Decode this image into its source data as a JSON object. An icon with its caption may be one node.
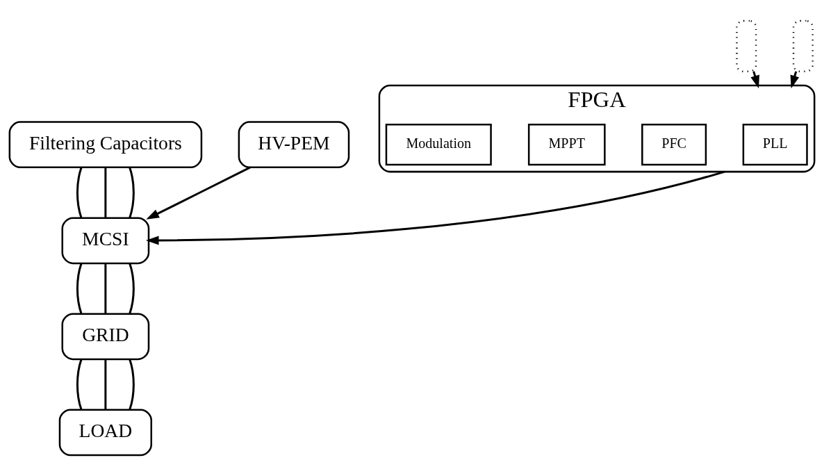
{
  "diagram": {
    "nodes": [
      {
        "text": [
          "GRID"
        ]
      },
      {
        "text": [
          "LOAD"
        ]
      },
      {
        "text": [
          "Filtering Capacitors"
        ]
      },
      {
        "text": [
          "HV-PEM"
        ]
      },
      {
        "text": [
          "MCSI"
        ]
      },
      {
        "text": [
          "FPGA"
        ]
      },
      {
        "text": [
          "PLL"
        ],
        "in": 5
      },
      {
        "text": [
          "PFC"
        ],
        "in": 5
      },
      {
        "text": [
          "MPPT"
        ],
        "in": 5
      },
      {
        "text": [
          "Modulation"
        ],
        "in": 5
      },
      {
        "text": [],
        "shape": "box"
      },
      {
        "text": [],
        "shape": "box"
      }
    ],
    "edges": [
      {
        "from": 0,
        "to": 1,
        "arrow": "none"
      },
      {
        "from": 0,
        "to": 1,
        "arrow": "none"
      },
      {
        "from": 0,
        "to": 1,
        "arrow": "none"
      },
      {
        "from": 4,
        "to": 0,
        "arrow": "none"
      },
      {
        "from": 4,
        "to": 0,
        "arrow": "none"
      },
      {
        "from": 4,
        "to": 0,
        "arrow": "none"
      },
      {
        "from": 2,
        "to": 4,
        "arrow": "none"
      },
      {
        "from": 2,
        "to": 4,
        "arrow": "none"
      },
      {
        "from": 2,
        "to": 4,
        "arrow": "none"
      },
      {
        "from": 10,
        "to": 5,
        "arrow": "to"
      },
      {
        "from": 5,
        "to": 4,
        "arrow": "to"
      },
      {
        "from": 3,
        "to": 4,
        "arrow": "to"
      },
      {
        "from": 11,
        "to": 5,
        "arrow": "to"
      }
    ]
  }
}
